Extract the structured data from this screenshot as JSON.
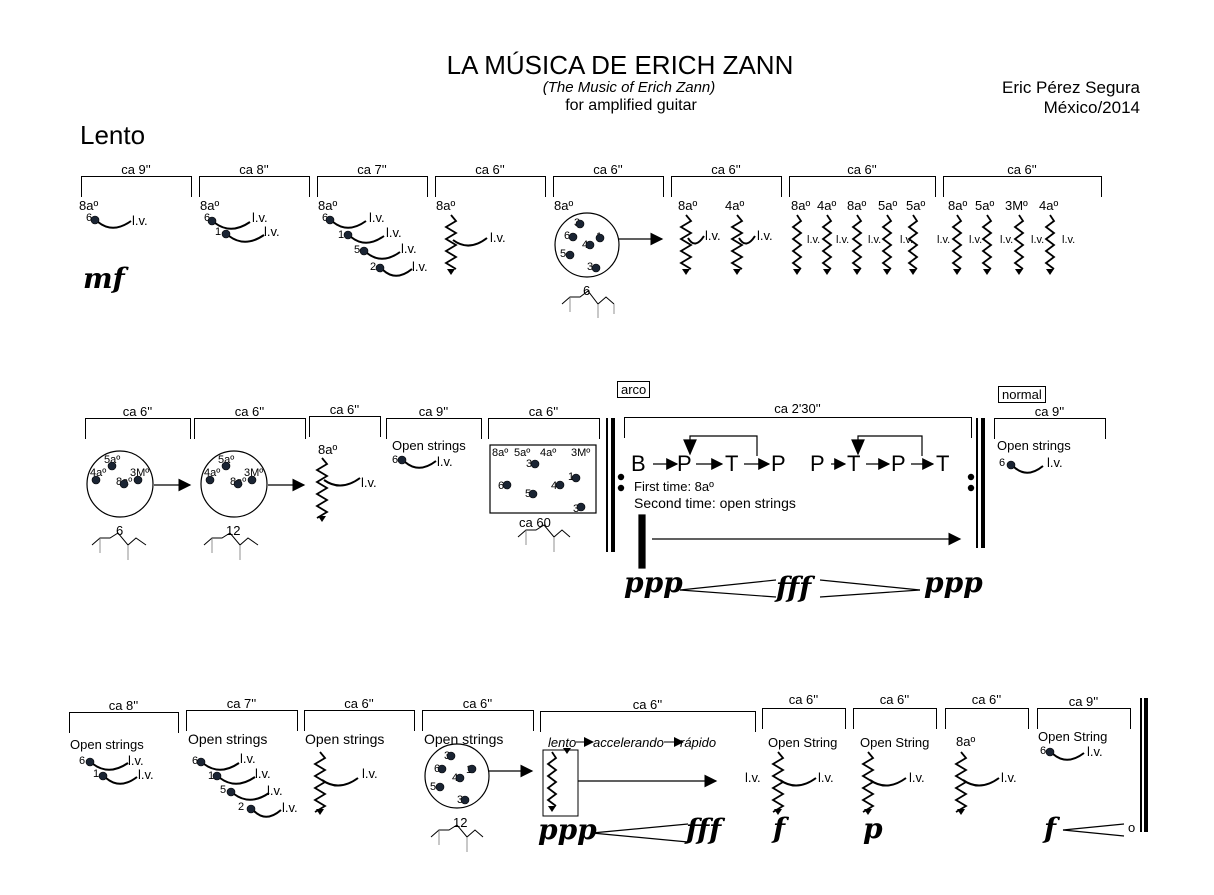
{
  "header": {
    "title": "LA MÚSICA DE ERICH ZANN",
    "subtitle": "(The Music of Erich Zann)",
    "instrumentation": "for amplified guitar",
    "composer": "Eric Pérez Segura",
    "place_year": "México/2014",
    "tempo": "Lento"
  },
  "symbols": {
    "let_vibrate": "l.v.",
    "harmonic_8": "8aº",
    "harmonic_5": "5aº",
    "harmonic_4": "4aº",
    "major_3": "3Mº",
    "str1": "1",
    "str2": "2",
    "str3": "3",
    "str4": "4",
    "str5": "5",
    "str6": "6"
  },
  "system1": {
    "durations": [
      "ca 9''",
      "ca 8''",
      "ca 7''",
      "ca 6''",
      "ca 6''",
      "ca 6''",
      "ca 6''",
      "ca 6''"
    ],
    "dynamic": "mf",
    "repeat_count": "6"
  },
  "system2": {
    "durations": [
      "ca 6''",
      "ca 6''",
      "ca 6''",
      "ca 9''",
      "ca 6''",
      "ca 2'30''",
      "ca 9''"
    ],
    "arco": "arco",
    "normal": "normal",
    "open_strings": "Open strings",
    "repeat_a": "6",
    "repeat_b": "12",
    "repeat_c": "ca 60",
    "seq_letters": [
      "B",
      "P",
      "T",
      "P",
      "P",
      "T",
      "P",
      "T"
    ],
    "first_time": "First time: 8aº",
    "second_time": "Second time: open strings",
    "dyn_start": "ppp",
    "dyn_mid": "fff",
    "dyn_end": "ppp"
  },
  "system3": {
    "durations": [
      "ca 8''",
      "ca 7''",
      "ca 6''",
      "ca 6''",
      "ca 6''",
      "ca 6''",
      "ca 6''",
      "ca 6''",
      "ca 9''"
    ],
    "open_strings": "Open strings",
    "open_string": "Open String",
    "repeat": "12",
    "lento": "lento",
    "accelerando": "accelerando",
    "rapido": "rápido",
    "dyn_ppp": "ppp",
    "dyn_fff": "fff",
    "dyn_f1": "f",
    "dyn_p": "p",
    "dyn_f2": "f",
    "niente": "o"
  }
}
